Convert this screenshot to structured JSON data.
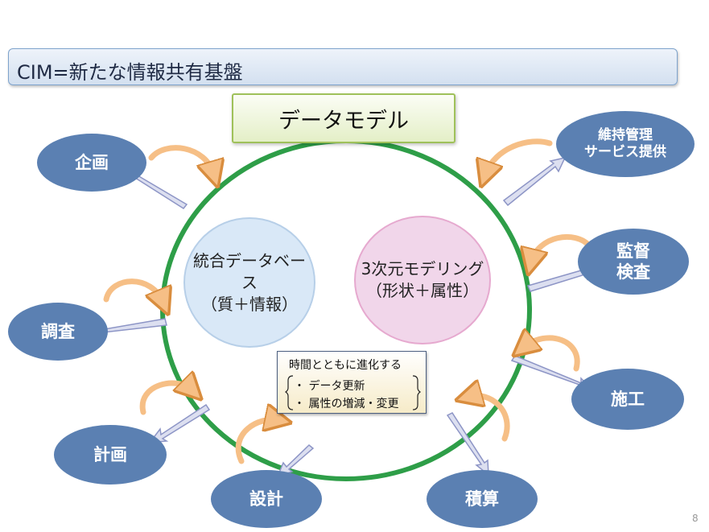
{
  "title": "CIM=新たな情報共有基盤",
  "data_model_label": "データモデル",
  "inner": {
    "integrated_db": [
      "統合データベー",
      "ス",
      "（質＋情報）"
    ],
    "modeling_3d": [
      "3次元モデリング",
      "（形状＋属性）"
    ]
  },
  "evolution_box": {
    "heading": "時間とともに進化する",
    "items": [
      "データ更新",
      "属性の増減・変更"
    ]
  },
  "phases": {
    "planning": "企画",
    "survey": "調査",
    "plan": "計画",
    "design": "設計",
    "estimation": "積算",
    "construction": "施工",
    "supervision": [
      "監督",
      "検査"
    ],
    "maintenance": [
      "維持管理",
      "サービス提供"
    ]
  },
  "colors": {
    "phase_fill": "#5b80b2",
    "ring": "#2e9e48",
    "straight_arrow_fill": "#dcdff0",
    "straight_arrow_stroke": "#8d95c6",
    "curved_arrow_fill": "#f6bf86",
    "curved_arrow_stroke": "#d98d3e",
    "db_circle": "#d9e8f7",
    "modeling_circle": "#f1d6ea"
  },
  "page_number": "8"
}
